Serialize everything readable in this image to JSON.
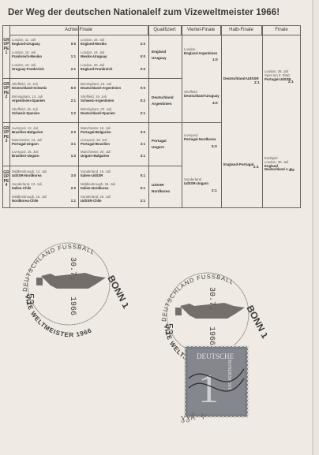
{
  "title": "Der Weg der deutschen Nationalelf zum Vizeweltmeister 1966!",
  "headers": {
    "round_of_16": "Achtel-Finale",
    "qualified": "Qualifiziert",
    "quarter": "Viertel-Finale",
    "semi": "Halb-Finale",
    "final": "Finale"
  },
  "groups": [
    {
      "label": "GRUPPE1",
      "col_a": [
        {
          "place": "London, 11. Juli",
          "teams": "England-Uruguay",
          "score": "0:0"
        },
        {
          "place": "London, 15. Juli",
          "teams": "Frankreich-Mexiko",
          "score": "1:1"
        },
        {
          "place": "London, 19. Juli",
          "teams": "Uruguay-Frankreich",
          "score": "2:1"
        }
      ],
      "col_b": [
        {
          "place": "London, 16. Juli",
          "teams": "England-Mexiko",
          "score": "2:0"
        },
        {
          "place": "London, 19. Juli",
          "teams": "Mexiko-Uruguay",
          "score": "0:0"
        },
        {
          "place": "London, 20. Juli",
          "teams": "England-Frankreich",
          "score": "2:0"
        }
      ],
      "qualified": [
        "England",
        "Uruguay"
      ]
    },
    {
      "label": "GRUPPE2",
      "col_a": [
        {
          "place": "Sheffield, 12. Juli",
          "teams": "Deutschland-Schweiz",
          "score": "5:0"
        },
        {
          "place": "Birmingham, 13. Juli",
          "teams": "Argentinien-Spanien",
          "score": "2:1"
        },
        {
          "place": "Sheffield, 15. Juli",
          "teams": "Schweiz-Spanien",
          "score": "1:2"
        }
      ],
      "col_b": [
        {
          "place": "Birmingham, 16. Juli",
          "teams": "Deutschland-Argentinien",
          "score": "0:0"
        },
        {
          "place": "Sheffield, 19. Juli",
          "teams": "Schweiz-Argentinien",
          "score": "0:2"
        },
        {
          "place": "Birmingham, 20. Juli",
          "teams": "Deutschland-Spanien",
          "score": "2:1"
        }
      ],
      "qualified": [
        "Deutschland",
        "Argentinien"
      ]
    },
    {
      "label": "GRUPPE3",
      "col_a": [
        {
          "place": "Liverpool, 12. Juli",
          "teams": "Brasilien-Bulgarien",
          "score": "2:0"
        },
        {
          "place": "Manchester, 13. Juli",
          "teams": "Portugal-Ungarn",
          "score": "3:1"
        },
        {
          "place": "Liverpool, 15. Juli",
          "teams": "Brasilien-Ungarn",
          "score": "1:3"
        }
      ],
      "col_b": [
        {
          "place": "Manchester, 16. Juli",
          "teams": "Portugal-Bulgarien",
          "score": "3:0"
        },
        {
          "place": "Liverpool, 19. Juli",
          "teams": "Portugal-Brasilien",
          "score": "3:1"
        },
        {
          "place": "Manchester, 20. Juli",
          "teams": "Ungarn-Bulgarien",
          "score": "3:1"
        }
      ],
      "qualified": [
        "Portugal",
        "Ungarn"
      ]
    },
    {
      "label": "GRUPPE4",
      "col_a": [
        {
          "place": "Middlesbrough, 12. Juli",
          "teams": "UdSSR-Nordkorea",
          "score": "3:0"
        },
        {
          "place": "Sunderland, 13. Juli",
          "teams": "Italien-Chile",
          "score": "2:0"
        },
        {
          "place": "Middlesbrough, 15. Juli",
          "teams": "Nordkorea-Chile",
          "score": "1:1"
        }
      ],
      "col_b": [
        {
          "place": "Sunderland, 16. Juli",
          "teams": "Italien-UdSSR",
          "score": "0:1"
        },
        {
          "place": "Middlesbrough, 19. Juli",
          "teams": "Italien-Nordkorea",
          "score": "0:1"
        },
        {
          "place": "Sunderland, 20. Juli",
          "teams": "UdSSR-Chile",
          "score": "2:1"
        }
      ],
      "qualified": [
        "UdSSR",
        "Nordkorea"
      ]
    }
  ],
  "quarters": [
    {
      "place": "London",
      "teams": "England-Argentinien",
      "score": "1:0"
    },
    {
      "place": "Sheffield",
      "teams": "Deutschland-Uruguay",
      "score": "4:0"
    },
    {
      "place": "Liverpool",
      "teams": "Portugal-Nordkorea",
      "score": "5:3"
    },
    {
      "place": "Sunderland",
      "teams": "UdSSR-Ungarn",
      "score": "2:1"
    }
  ],
  "semis": [
    {
      "teams": "Deutschland-UdSSR",
      "score": "2:1"
    },
    {
      "teams": "England-Portugal",
      "score": "2:1"
    }
  ],
  "third_place": {
    "place": "London, 28. Juli",
    "note": "Spiel um 3. Platz",
    "teams": "Portugal-UdSSR",
    "score": "2:1"
  },
  "final_match": {
    "note": "Endspiel",
    "place": "London, 30. Juli",
    "teams": "England",
    "teams2": "Deutschland n. V.",
    "score": "4:2"
  },
  "postmark1": {
    "arc_top": "DEUTSCHLAND FUSSBALL",
    "city": "BONN 1",
    "date": "30.7.",
    "year": "1966",
    "code": "53",
    "arc_bottom": "VIZE WELTMEISTER 1966"
  },
  "postmark2": {
    "arc_top": "DEUTSCHLAND FUSSBALL",
    "city": "BONN 1",
    "date": "30.7.",
    "year": "1966",
    "code": "53",
    "arc_bottom": "VIZE WELTMEISTER 1966"
  },
  "stamp": {
    "country": "DEUTSCHE",
    "country2": "BUNDESPOST",
    "value": "1"
  },
  "signature": "ɣɣƙ ·\\·",
  "colors": {
    "paper": "#efebe4",
    "ink": "#3a3530",
    "stamp": "#7d7f86"
  }
}
